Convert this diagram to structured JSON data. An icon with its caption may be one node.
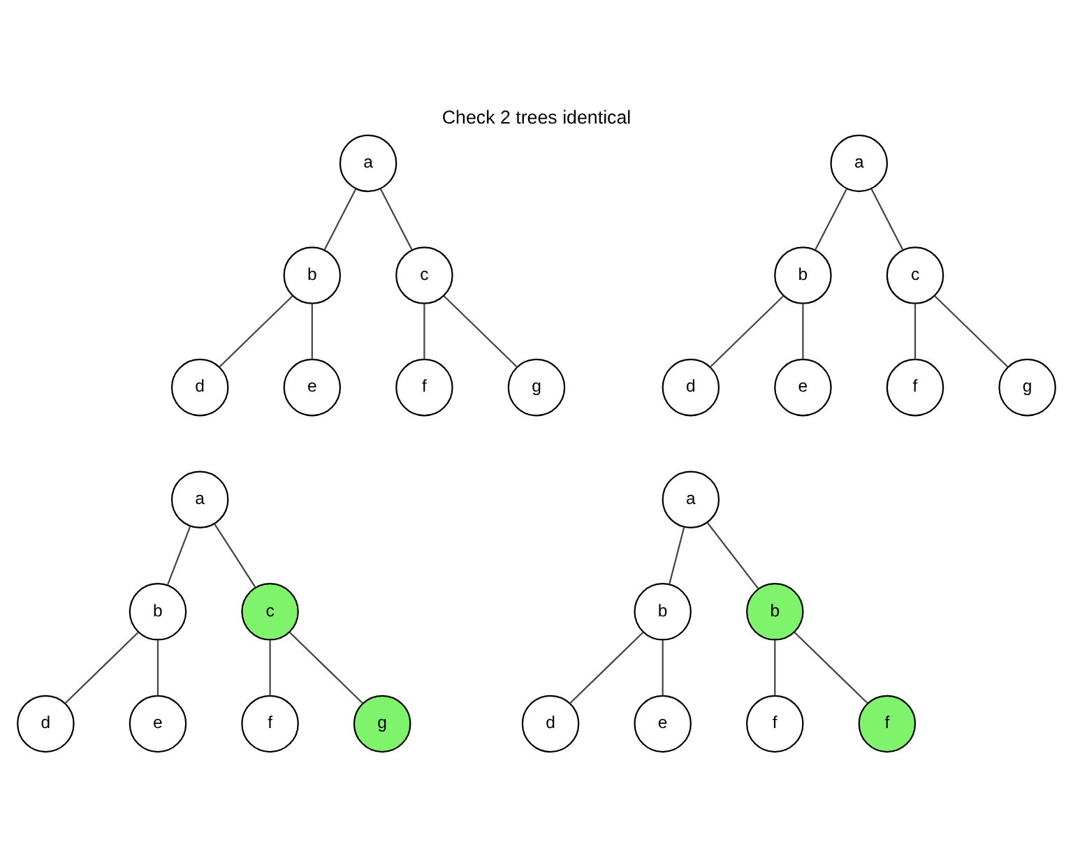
{
  "diagram": {
    "title": "Check 2 trees identical",
    "nodes": [
      {
        "text": [
          "a"
        ]
      },
      {
        "text": [
          "b"
        ]
      },
      {
        "text": [
          "c"
        ]
      },
      {
        "text": [
          "d"
        ]
      },
      {
        "text": [
          "e"
        ]
      },
      {
        "text": [
          "f"
        ]
      },
      {
        "text": [
          "g"
        ]
      },
      {
        "text": [
          "a"
        ]
      },
      {
        "text": [
          "b"
        ]
      },
      {
        "text": [
          "c"
        ]
      },
      {
        "text": [
          "d"
        ]
      },
      {
        "text": [
          "e"
        ]
      },
      {
        "text": [
          "f"
        ]
      },
      {
        "text": [
          "g"
        ]
      },
      {
        "text": [
          "a"
        ]
      },
      {
        "text": [
          "b"
        ]
      },
      {
        "text": [
          "c"
        ]
      },
      {
        "text": [
          "d"
        ]
      },
      {
        "text": [
          "e"
        ]
      },
      {
        "text": [
          "f"
        ]
      },
      {
        "text": [
          "g"
        ]
      },
      {
        "text": [
          "a"
        ]
      },
      {
        "text": [
          "b"
        ]
      },
      {
        "text": [
          "b"
        ]
      },
      {
        "text": [
          "d"
        ]
      },
      {
        "text": [
          "e"
        ]
      },
      {
        "text": [
          "f"
        ]
      },
      {
        "text": [
          "f"
        ]
      }
    ],
    "edges": [
      {
        "from": 0,
        "to": 1,
        "arrow": "none"
      },
      {
        "from": 0,
        "to": 2,
        "arrow": "none"
      },
      {
        "from": 1,
        "to": 3,
        "arrow": "none"
      },
      {
        "from": 1,
        "to": 4,
        "arrow": "none"
      },
      {
        "from": 2,
        "to": 5,
        "arrow": "none"
      },
      {
        "from": 2,
        "to": 6,
        "arrow": "none"
      },
      {
        "from": 7,
        "to": 8,
        "arrow": "none"
      },
      {
        "from": 7,
        "to": 9,
        "arrow": "none"
      },
      {
        "from": 8,
        "to": 10,
        "arrow": "none"
      },
      {
        "from": 8,
        "to": 11,
        "arrow": "none"
      },
      {
        "from": 9,
        "to": 12,
        "arrow": "none"
      },
      {
        "from": 9,
        "to": 13,
        "arrow": "none"
      },
      {
        "from": 14,
        "to": 15,
        "arrow": "none"
      },
      {
        "from": 14,
        "to": 16,
        "arrow": "none"
      },
      {
        "from": 15,
        "to": 17,
        "arrow": "none"
      },
      {
        "from": 15,
        "to": 18,
        "arrow": "none"
      },
      {
        "from": 16,
        "to": 19,
        "arrow": "none"
      },
      {
        "from": 16,
        "to": 20,
        "arrow": "none"
      },
      {
        "from": 21,
        "to": 22,
        "arrow": "none"
      },
      {
        "from": 21,
        "to": 23,
        "arrow": "none"
      },
      {
        "from": 22,
        "to": 24,
        "arrow": "none"
      },
      {
        "from": 22,
        "to": 25,
        "arrow": "none"
      },
      {
        "from": 23,
        "to": 26,
        "arrow": "none"
      },
      {
        "from": 23,
        "to": 27,
        "arrow": "none"
      }
    ]
  }
}
